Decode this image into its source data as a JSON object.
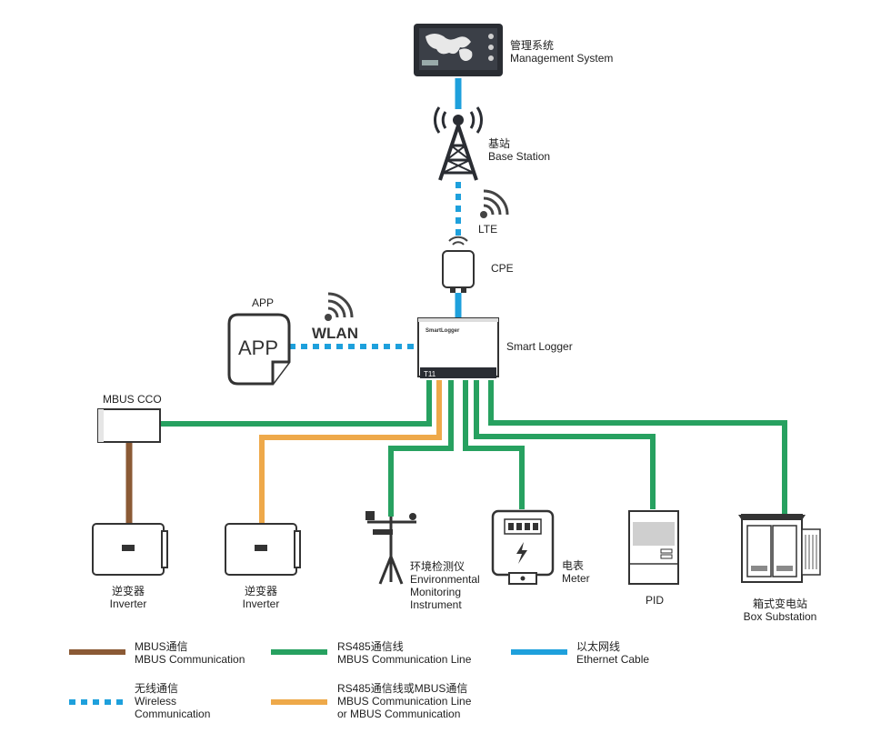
{
  "colors": {
    "mbus": "#8b5a35",
    "rs485": "#27a160",
    "ethernet": "#1ea0dc",
    "rs485_or_mbus": "#eea94a",
    "device_outline": "#333333"
  },
  "nodes": {
    "management": {
      "zh": "管理系统",
      "en": "Management System",
      "icon": "monitor-icon"
    },
    "base_station": {
      "zh": "基站",
      "en": "Base Station",
      "icon": "tower-icon"
    },
    "lte": {
      "en": "LTE",
      "icon": "wifi-icon"
    },
    "cpe": {
      "en": "CPE",
      "icon": "cpe-icon"
    },
    "app": {
      "label": "APP",
      "icon_text": "APP",
      "icon": "app-icon"
    },
    "wlan": {
      "en": "WLAN",
      "icon": "wifi-icon"
    },
    "smart_logger": {
      "en": "Smart  Logger",
      "brand": "SmartLogger",
      "port": "T11",
      "icon": "logger-icon"
    },
    "mbus_cco": {
      "en": "MBUS CCO"
    },
    "inverter_1": {
      "zh": "逆变器",
      "en": "Inverter"
    },
    "inverter_2": {
      "zh": "逆变器",
      "en": "Inverter"
    },
    "env_monitor": {
      "zh": "环境检测仪",
      "en1": "Environmental",
      "en2": "Monitoring",
      "en3": "Instrument"
    },
    "meter": {
      "zh": "电表",
      "en": "Meter"
    },
    "pid": {
      "en": "PID"
    },
    "box_substation": {
      "zh": "箱式变电站",
      "en": "Box Substation"
    }
  },
  "legend": [
    {
      "zh": "MBUS通信",
      "en": "MBUS Communication",
      "en2": "",
      "style": "solid",
      "color_key": "mbus"
    },
    {
      "zh": "RS485通信线",
      "en": "MBUS Communication Line",
      "en2": "",
      "style": "solid",
      "color_key": "rs485"
    },
    {
      "zh": "以太网线",
      "en": "Ethernet Cable",
      "en2": "",
      "style": "solid",
      "color_key": "ethernet"
    },
    {
      "zh": "无线通信",
      "en": "Wireless",
      "en2": "Communication",
      "style": "dotted",
      "color_key": "ethernet"
    },
    {
      "zh": "RS485通信线或MBUS通信",
      "en": "MBUS Communication Line",
      "en2": "or MBUS Communication",
      "style": "solid",
      "color_key": "rs485_or_mbus"
    }
  ]
}
